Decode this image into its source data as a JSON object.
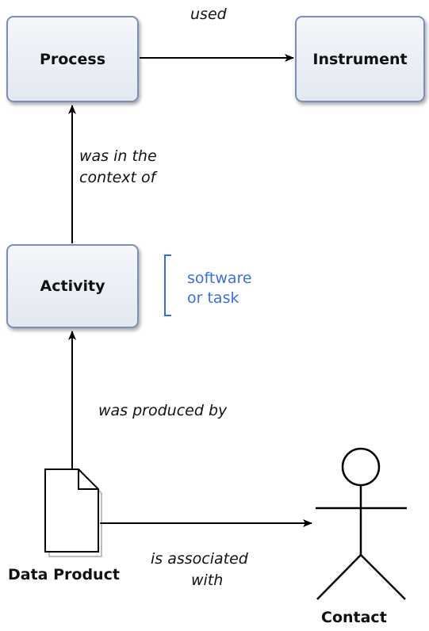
{
  "nodes": {
    "process": "Process",
    "instrument": "Instrument",
    "activity": "Activity",
    "data_product": "Data Product",
    "contact": "Contact"
  },
  "edges": {
    "used": "used",
    "context_line1": "was in the",
    "context_line2": "context of",
    "produced_by": "was produced by",
    "associated_line1": "is associated",
    "associated_line2": "with"
  },
  "annotation": {
    "line1": "software",
    "line2": "or task",
    "color": "#3a6fe0"
  }
}
